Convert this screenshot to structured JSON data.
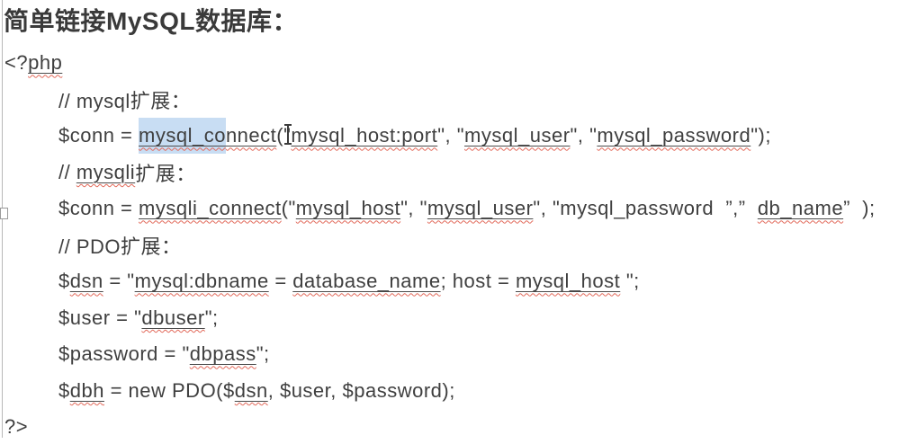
{
  "page": {
    "background": "#ffffff",
    "text_color": "#3f3f3f",
    "frame_border_color": "#b9b9b9",
    "selection_color": "#c8ddf3",
    "squiggle_color": "#e2695a",
    "cursor": "text-ibeam"
  },
  "title": "简单链接MySQL数据库：",
  "lines": [
    {
      "indent": 0,
      "segments": [
        {
          "t": "<?",
          "s": "plain"
        },
        {
          "t": "php",
          "s": "u"
        }
      ]
    },
    {
      "indent": 1,
      "segments": [
        {
          "t": "// mysql扩展：",
          "s": "plain"
        }
      ]
    },
    {
      "indent": 1,
      "segments": [
        {
          "t": "$conn = ",
          "s": "plain"
        },
        {
          "t": "mysql_co",
          "s": "u sel"
        },
        {
          "t": "nnect",
          "s": "u"
        },
        {
          "t": "(\"",
          "s": "plain",
          "ibeam": true
        },
        {
          "t": "mysql_host:port",
          "s": "u"
        },
        {
          "t": "\", \"",
          "s": "plain"
        },
        {
          "t": "mysql_user",
          "s": "u"
        },
        {
          "t": "\", \"",
          "s": "plain"
        },
        {
          "t": "mysql_password",
          "s": "u"
        },
        {
          "t": "\");",
          "s": "plain"
        }
      ]
    },
    {
      "indent": 1,
      "segments": [
        {
          "t": "// ",
          "s": "plain"
        },
        {
          "t": "mysqli",
          "s": "u"
        },
        {
          "t": "扩展：",
          "s": "plain"
        }
      ]
    },
    {
      "indent": 1,
      "segments": [
        {
          "t": "$conn = ",
          "s": "plain"
        },
        {
          "t": "mysqli_connect",
          "s": "u"
        },
        {
          "t": "(\"",
          "s": "plain"
        },
        {
          "t": "mysql_host",
          "s": "u"
        },
        {
          "t": "\", \"",
          "s": "plain"
        },
        {
          "t": "mysql_user",
          "s": "u"
        },
        {
          "t": "\", \"mysql_password  ”,”  ",
          "s": "plain"
        },
        {
          "t": "db_name",
          "s": "u"
        },
        {
          "t": "”  );",
          "s": "plain"
        }
      ]
    },
    {
      "indent": 1,
      "segments": [
        {
          "t": "// PDO扩展：",
          "s": "plain"
        }
      ]
    },
    {
      "indent": 1,
      "segments": [
        {
          "t": "$",
          "s": "plain"
        },
        {
          "t": "dsn",
          "s": "u"
        },
        {
          "t": " = \"",
          "s": "plain"
        },
        {
          "t": "mysql:dbname",
          "s": "u"
        },
        {
          "t": " = ",
          "s": "plain"
        },
        {
          "t": "database_name",
          "s": "u"
        },
        {
          "t": "; host = ",
          "s": "plain"
        },
        {
          "t": "mysql_host",
          "s": "u"
        },
        {
          "t": " \";",
          "s": "plain"
        }
      ]
    },
    {
      "indent": 1,
      "segments": [
        {
          "t": "$user = \"",
          "s": "plain"
        },
        {
          "t": "dbuser",
          "s": "u"
        },
        {
          "t": "\";",
          "s": "plain"
        }
      ]
    },
    {
      "indent": 1,
      "segments": [
        {
          "t": "$password = \"",
          "s": "plain"
        },
        {
          "t": "dbpass",
          "s": "u"
        },
        {
          "t": "\";",
          "s": "plain"
        }
      ]
    },
    {
      "indent": 1,
      "segments": [
        {
          "t": "$",
          "s": "plain"
        },
        {
          "t": "dbh",
          "s": "u"
        },
        {
          "t": " = new PDO($",
          "s": "plain"
        },
        {
          "t": "dsn",
          "s": "u"
        },
        {
          "t": ", $user, $password);",
          "s": "plain"
        }
      ]
    },
    {
      "indent": 0,
      "segments": [
        {
          "t": "?>",
          "s": "plain"
        }
      ]
    }
  ]
}
